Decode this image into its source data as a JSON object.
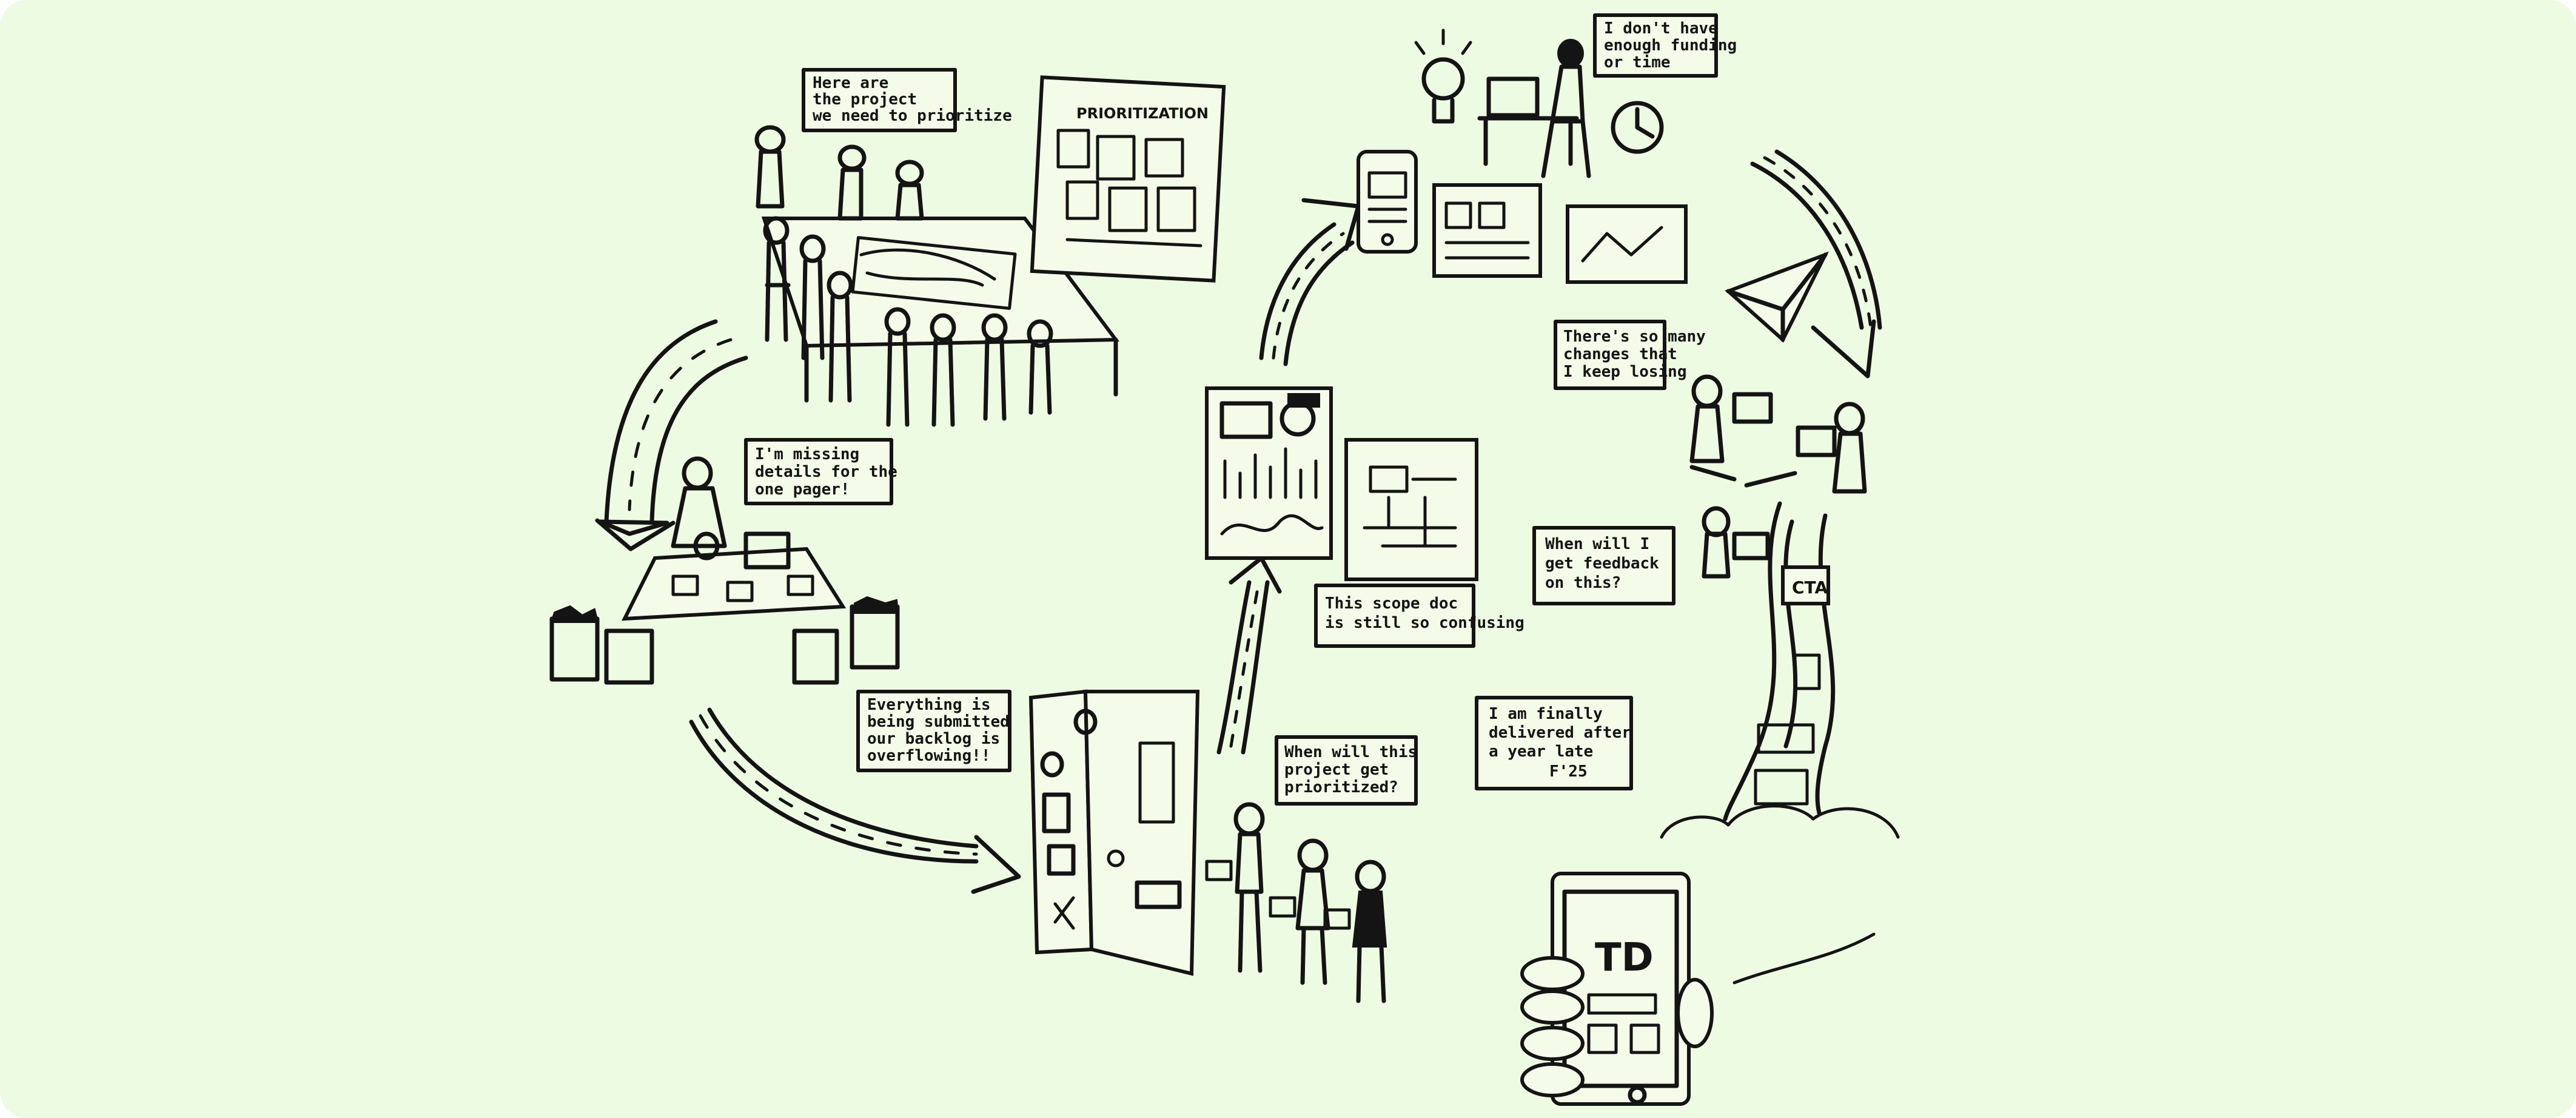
{
  "colors": {
    "background": "#eefbe3",
    "ink": "#141414",
    "paper": "#f4fbe9"
  },
  "bubbles": {
    "prioritize": [
      "Here are",
      "the project",
      "we need to prioritize"
    ],
    "missing_details": [
      "I'm missing",
      "details for the",
      "one pager!"
    ],
    "backlog": [
      "Everything is",
      "being submitted",
      "our backlog is",
      "overflowing!!"
    ],
    "when_prioritized": [
      "When will this",
      "project get",
      "prioritized?"
    ],
    "scope_doc": [
      "This scope doc",
      "is still so confusing"
    ],
    "funding": [
      "I don't have",
      "enough funding",
      "or time"
    ],
    "changes": [
      "There's so many",
      "changes that",
      "I keep losing"
    ],
    "feedback": [
      "When will I",
      "get feedback",
      "on this?"
    ],
    "delivered": [
      "I am finally",
      "delivered after",
      "a year late",
      "F'25"
    ]
  },
  "board_title": "PRIORITIZATION",
  "cta_label": "CTA",
  "td_label": "TD",
  "icons": [
    "lightbulb-icon",
    "clock-icon",
    "paper-plane-icon",
    "phone-wireframe-icon"
  ]
}
